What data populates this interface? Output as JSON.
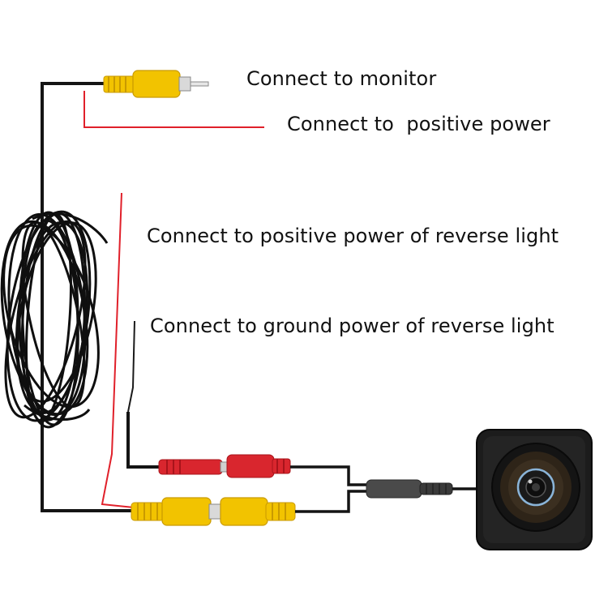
{
  "labels": {
    "monitor": "Connect to monitor",
    "positive_power": "Connect to  positive power",
    "reverse_positive": "Connect to positive power of reverse light",
    "reverse_ground": "Connect to ground power of reverse light"
  },
  "colors": {
    "cable": "#141414",
    "red_wire": "#e0202a",
    "rca_yellow": "#f2c300",
    "rca_yellow_dark": "#c99a00",
    "rca_red": "#d9262e",
    "rca_red_dark": "#a8141b",
    "metal": "#d9d9d9",
    "camera_body": "#1c1c1c",
    "lens_ring": "#8ab4d8"
  },
  "icons": {
    "coiled_cable": "coiled-cable-icon",
    "yellow_rca_plug": "yellow-rca-plug-icon",
    "red_rca_connector": "red-rca-connector-icon",
    "backup_camera": "backup-camera-icon"
  }
}
